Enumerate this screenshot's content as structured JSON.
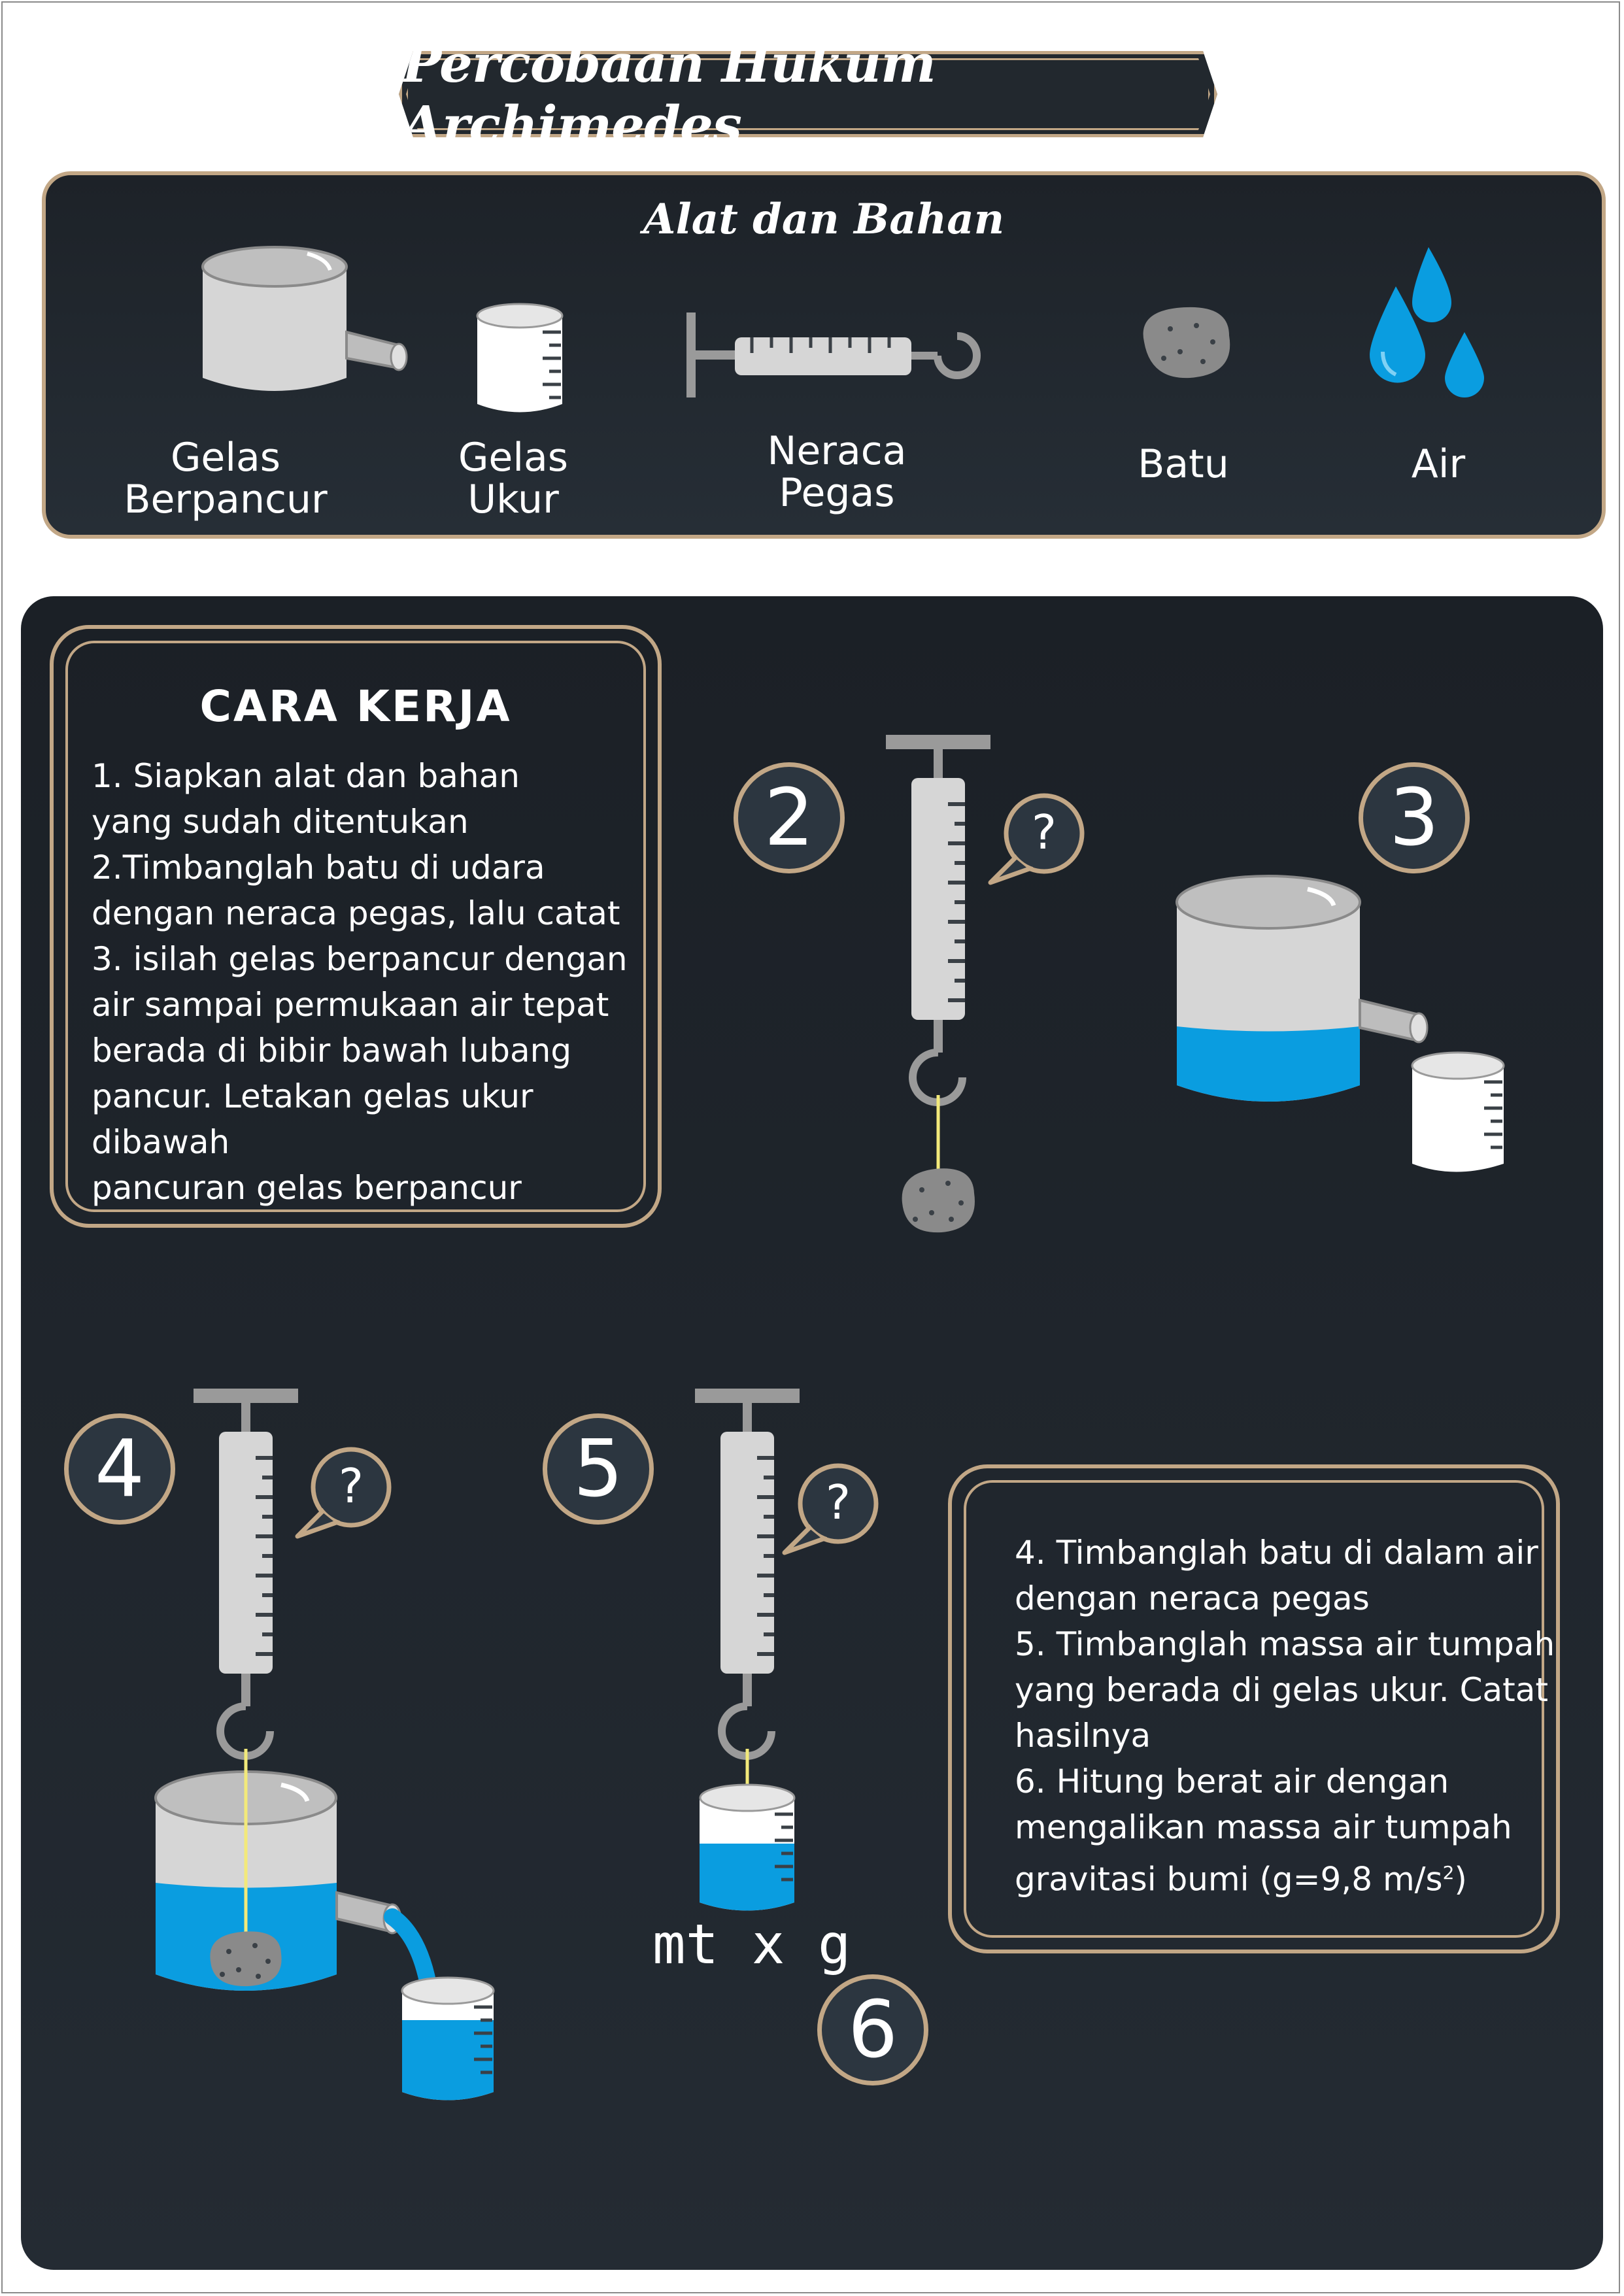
{
  "title": "Percobaan Hukum Archimedes",
  "tools": {
    "heading": "Alat dan Bahan",
    "items": [
      {
        "label": "Gelas\nBerpancur",
        "icon": "overflow-beaker-icon"
      },
      {
        "label": "Gelas\nUkur",
        "icon": "measuring-cup-icon"
      },
      {
        "label": "Neraca\nPegas",
        "icon": "spring-scale-icon"
      },
      {
        "label": "Batu",
        "icon": "stone-icon"
      },
      {
        "label": "Air",
        "icon": "water-drops-icon"
      }
    ]
  },
  "procedure": {
    "heading": "CARA KERJA",
    "lines": [
      "1. Siapkan alat dan bahan",
      "yang sudah ditentukan",
      "2.Timbanglah batu di udara",
      "dengan neraca pegas, lalu catat",
      "3. isilah gelas berpancur dengan",
      "air sampai permukaan air tepat",
      "berada di bibir bawah lubang",
      "pancur. Letakan gelas ukur dibawah",
      "pancuran gelas berpancur"
    ],
    "lines_2": [
      "4. Timbanglah batu di dalam air",
      "dengan neraca pegas",
      "5. Timbanglah massa air tumpah",
      "yang berada di gelas ukur. Catat",
      "hasilnya",
      "6. Hitung berat air dengan",
      "mengalikan massa air tumpah",
      "gravitasi bumi (g=9,8 m/s"
    ],
    "superscript": "2",
    "closing": ")"
  },
  "steps": {
    "s2": "2",
    "s3": "3",
    "s4": "4",
    "s5": "5",
    "s6": "6"
  },
  "question_mark": "?",
  "formula": "mt x g",
  "colors": {
    "background": "#1d2228",
    "accent_border": "#c2a786",
    "water": "#0a9de0",
    "glass": "#d6d6d6",
    "stone": "#8a8a8a",
    "string": "#f2e97a"
  }
}
